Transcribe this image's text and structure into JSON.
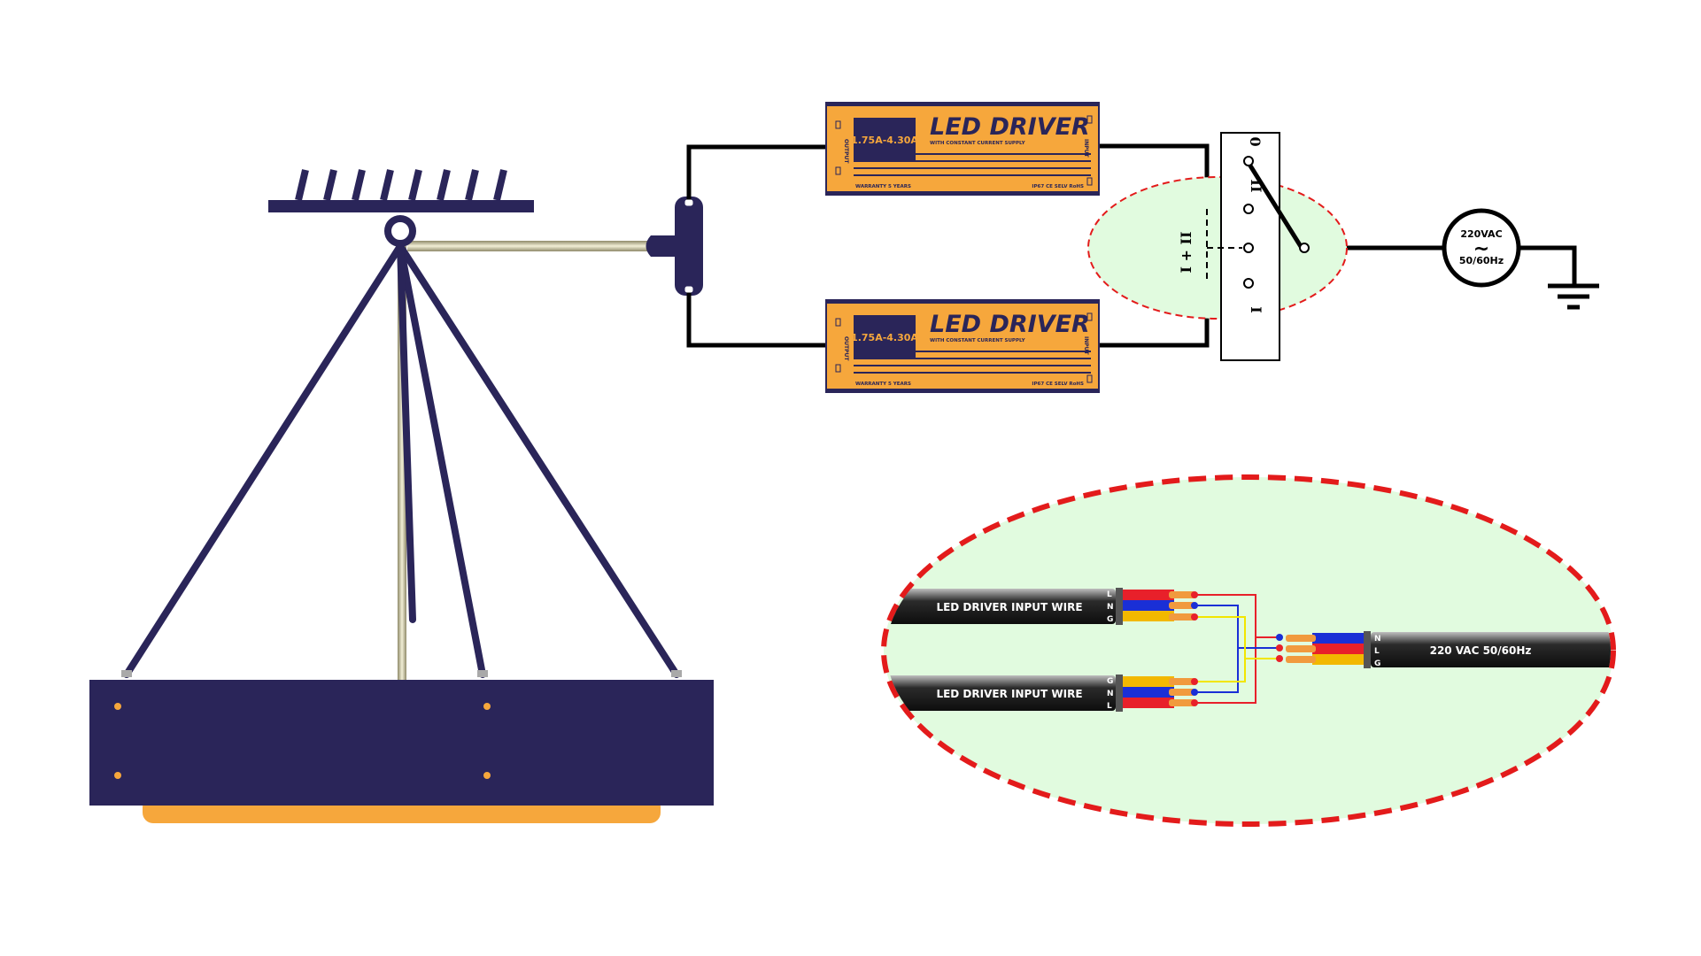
{
  "colors": {
    "navy": "#2a2559",
    "orange": "#f6a73c",
    "light_green": "#e1fbdf",
    "red_dash": "#e31b1b",
    "wire_red": "#e8202a",
    "wire_blue": "#1a2fd6",
    "wire_yellow": "#f2e600"
  },
  "drivers": [
    {
      "current": "1.75A-4.30A",
      "title": "LED DRIVER",
      "subtitle": "WITH CONSTANT CURRENT SUPPLY",
      "warranty": "WARRANTY 5 YEARS",
      "certs": "IP67 CE SELV RoHS",
      "output_label": "OUTPUT",
      "input_label": "INPUT"
    },
    {
      "current": "1.75A-4.30A",
      "title": "LED DRIVER",
      "subtitle": "WITH CONSTANT CURRENT SUPPLY",
      "warranty": "WARRANTY 5 YEARS",
      "certs": "IP67 CE SELV RoHS",
      "output_label": "OUTPUT",
      "input_label": "INPUT"
    }
  ],
  "switch": {
    "positions": [
      "0",
      "II",
      "",
      "I"
    ],
    "combined_label": "I + II"
  },
  "source": {
    "voltage": "220VAC",
    "symbol": "~",
    "frequency": "50/60Hz"
  },
  "wiring_detail": {
    "cable_top": {
      "label": "LED DRIVER INPUT WIRE",
      "pins": [
        "L",
        "N",
        "G"
      ]
    },
    "cable_bottom": {
      "label": "LED DRIVER INPUT WIRE",
      "pins": [
        "G",
        "N",
        "L"
      ]
    },
    "cable_mains": {
      "label": "220 VAC 50/60Hz",
      "pins": [
        "N",
        "L",
        "G"
      ]
    }
  }
}
